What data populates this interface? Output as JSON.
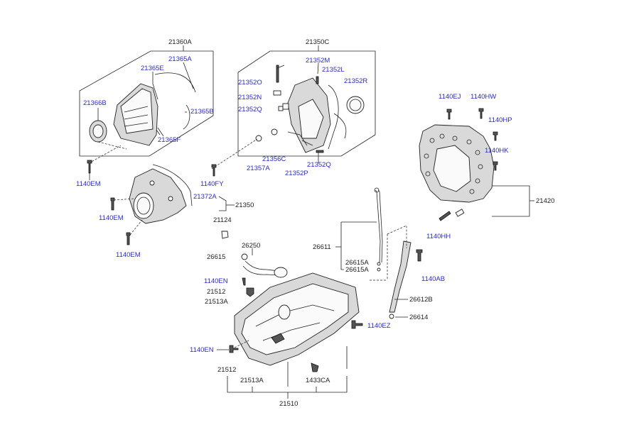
{
  "colors": {
    "label": "#2a2ad0",
    "line": "#222222",
    "background": "#ffffff"
  },
  "labels": {
    "g21360A": "21360A",
    "g21365A": "21365A",
    "g21365E": "21365E",
    "g21366B": "21366B",
    "g21365B": "21365B",
    "g21365F": "21365F",
    "g21350C": "21350C",
    "g21352M": "21352M",
    "g21352L": "21352L",
    "g21352O": "21352O",
    "g21352R": "21352R",
    "g21352N": "21352N",
    "g21352Q_1": "21352Q",
    "g21356C": "21356C",
    "g21357A": "21357A",
    "g21352Q_2": "21352Q",
    "g21352P": "21352P",
    "g1140EM_1": "1140EM",
    "g1140FY": "1140FY",
    "g21372A": "21372A",
    "g21350": "21350",
    "g1140EM_2": "1140EM",
    "g1140EM_3": "1140EM",
    "g21124": "21124",
    "g1140EJ": "1140EJ",
    "g1140HW": "1140HW",
    "g1140HP": "1140HP",
    "g1140HK": "1140HK",
    "g21420": "21420",
    "g1140HH": "1140HH",
    "g26250": "26250",
    "g26615": "26615",
    "g1140EN_1": "1140EN",
    "g21512_1": "21512",
    "g21513A_1": "21513A",
    "g26611": "26611",
    "g26615A_1": "26615A",
    "g26615A_2": "26615A",
    "g1140AB": "1140AB",
    "g26612B": "26612B",
    "g26614": "26614",
    "g1140EZ": "1140EZ",
    "g1140EN_2": "1140EN",
    "g21512_2": "21512",
    "g21513A_2": "21513A",
    "g1433CA": "1433CA",
    "g21510": "21510"
  }
}
